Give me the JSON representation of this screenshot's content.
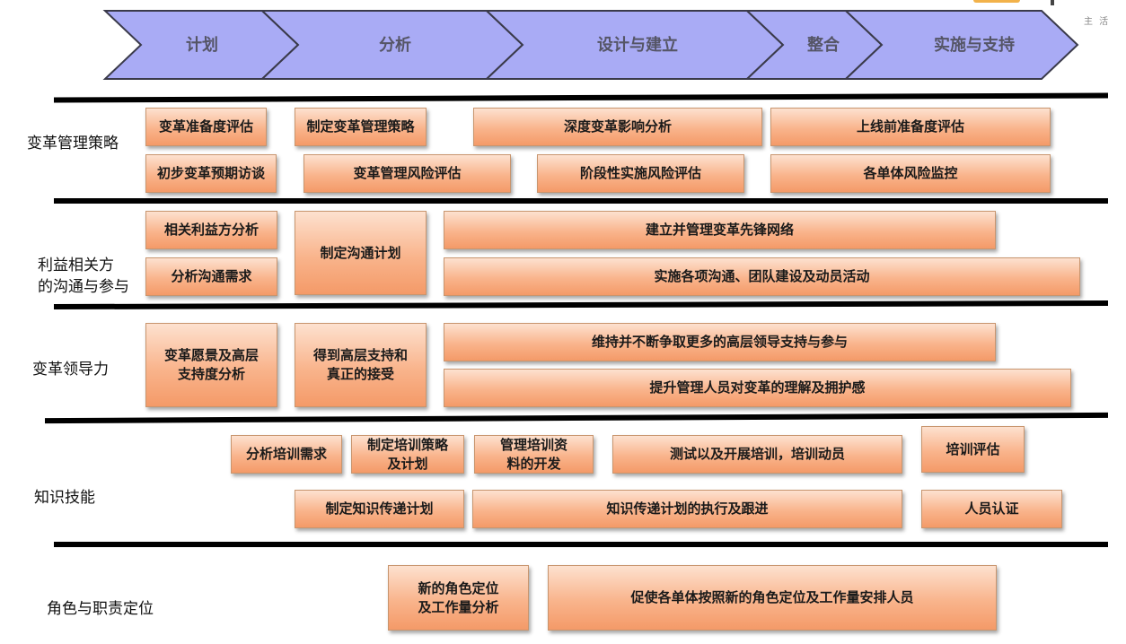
{
  "colors": {
    "chevron_fill": "#a9abf5",
    "chevron_stroke": "#3a3a4a",
    "box_fill": "#f9b48c",
    "rule": "#000000"
  },
  "phases": [
    "计划",
    "分析",
    "设计与建立",
    "整合",
    "实施与支持"
  ],
  "corner_text": "主 活",
  "rows": [
    {
      "label": "变革管理策略",
      "boxes": [
        "变革准备度评估",
        "制定变革管理策略",
        "深度变革影响分析",
        "上线前准备度评估",
        "初步变革预期访谈",
        "变革管理风险评估",
        "阶段性实施风险评估",
        "各单体风险监控"
      ]
    },
    {
      "label": "利益相关方\n的沟通与参与",
      "boxes": [
        "相关利益方分析",
        "制定沟通计划",
        "建立并管理变革先锋网络",
        "分析沟通需求",
        "实施各项沟通、团队建设及动员活动"
      ]
    },
    {
      "label": "变革领导力",
      "boxes": [
        "变革愿景及高层\n支持度分析",
        "得到高层支持和\n真正的接受",
        "维持并不断争取更多的高层领导支持与参与",
        "提升管理人员对变革的理解及拥护感"
      ]
    },
    {
      "label": "知识技能",
      "boxes": [
        "分析培训需求",
        "制定培训策略\n及计划",
        "管理培训资\n料的开发",
        "测试以及开展培训，培训动员",
        "培训评估",
        "制定知识传递计划",
        "知识传递计划的执行及跟进",
        "人员认证"
      ]
    },
    {
      "label": "角色与职责定位",
      "boxes": [
        "新的角色定位\n及工作量分析",
        "促使各单体按照新的角色定位及工作量安排人员"
      ]
    }
  ]
}
